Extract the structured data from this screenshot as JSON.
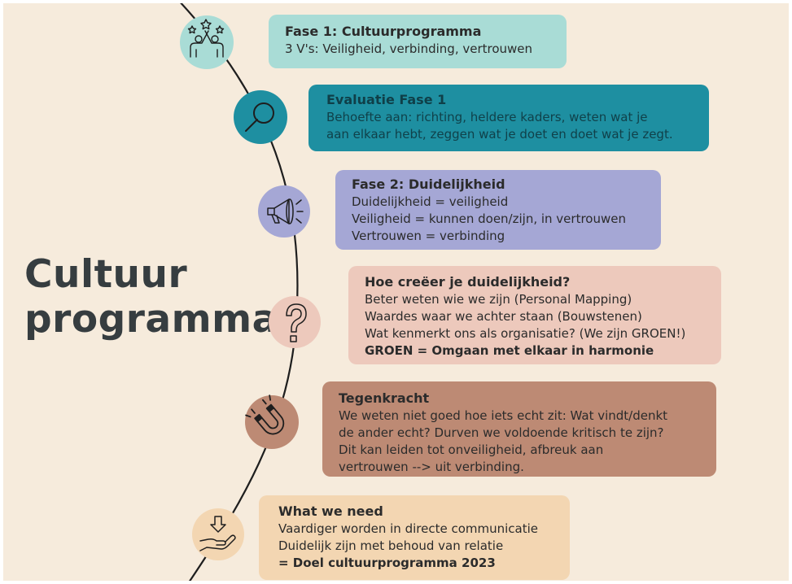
{
  "title": {
    "line1": "Cultuur",
    "line2": "programma"
  },
  "colors": {
    "background": "#f6ebdc",
    "title": "#363d40",
    "phase1": "#a9dcd6",
    "evaluation": "#1e8fa1",
    "phase2": "#a5a7d5",
    "how": "#edc9bc",
    "counterforce": "#bd8a74",
    "need": "#f3d6b2"
  },
  "steps": [
    {
      "icon": "team-stars-icon",
      "heading": "Fase 1: Cultuurprogramma",
      "lines": [
        "3 V's: Veiligheid, verbinding, vertrouwen"
      ]
    },
    {
      "icon": "magnifier-icon",
      "heading": "Evaluatie Fase 1",
      "lines": [
        "Behoefte aan: richting, heldere kaders, weten wat je",
        "aan elkaar hebt, zeggen wat je doet en doet wat je zegt."
      ]
    },
    {
      "icon": "megaphone-icon",
      "heading": "Fase 2: Duidelijkheid",
      "lines": [
        "Duidelijkheid = veiligheid",
        "Veiligheid = kunnen doen/zijn, in vertrouwen",
        "Vertrouwen = verbinding"
      ]
    },
    {
      "icon": "question-mark-icon",
      "heading": "Hoe creëer je duidelijkheid?",
      "lines": [
        "Beter weten wie we zijn (Personal Mapping)",
        "Waardes waar we achter staan (Bouwstenen)",
        "Wat kenmerkt ons als organisatie? (We zijn GROEN!)"
      ],
      "bold_line": "GROEN = Omgaan met elkaar in harmonie"
    },
    {
      "icon": "magnet-icon",
      "heading": "Tegenkracht",
      "lines": [
        "We weten niet goed hoe iets echt zit: Wat vindt/denkt",
        "de ander echt? Durven we voldoende kritisch te zijn?",
        "Dit kan leiden tot onveiligheid, afbreuk aan",
        "vertrouwen --> uit verbinding."
      ]
    },
    {
      "icon": "hand-arrow-icon",
      "heading": "What we need",
      "lines": [
        "Vaardiger worden in directe communicatie",
        "Duidelijk zijn met behoud van relatie"
      ],
      "bold_line": "= Doel cultuurprogramma 2023"
    }
  ]
}
